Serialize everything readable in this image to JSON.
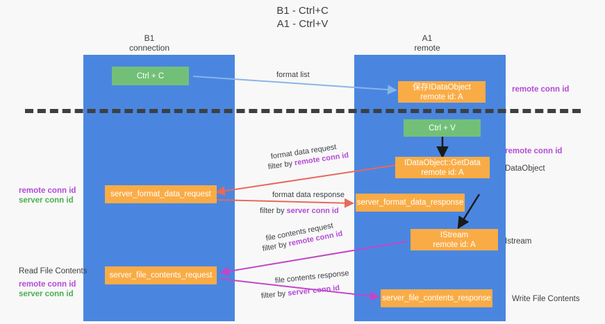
{
  "title": "B1 - Ctrl+C\nA1 - Ctrl+V",
  "columns": {
    "left": {
      "header": "B1\nconnection"
    },
    "right": {
      "header": "A1\nremote"
    }
  },
  "colors": {
    "lane": "#4a86e0",
    "green_node": "#72c078",
    "orange_node": "#f9ac46",
    "remote_conn": "#b44bd6",
    "server_conn": "#4caf50",
    "arrow_blue": "#8ab4e8",
    "arrow_red": "#e8685d",
    "arrow_magenta": "#c246c8",
    "arrow_black": "#1a1a1a",
    "background": "#f8f8f8"
  },
  "nodes": {
    "ctrl_c": {
      "label": "Ctrl + C"
    },
    "idataobject_save": {
      "line1": "保存IDataObject",
      "line2": "remote id: A"
    },
    "ctrl_v": {
      "label": "Ctrl + V"
    },
    "idataobject_getdata": {
      "line1": "IDataObject::GetData",
      "line2": "remote id: A"
    },
    "server_format_data_request": {
      "label": "server_format_data_request"
    },
    "server_format_data_response": {
      "label": "server_format_data_response"
    },
    "istream": {
      "line1": "IStream",
      "line2": "remote id: A"
    },
    "server_file_contents_request": {
      "label": "server_file_contents_request"
    },
    "server_file_contents_response": {
      "label": "server_file_contents_response"
    }
  },
  "edges": {
    "format_list": {
      "label": "format list"
    },
    "format_data_request": {
      "label": "format data request",
      "filter_prefix": "filter by ",
      "filter_value": "remote conn id"
    },
    "format_data_response": {
      "label": "format data response",
      "filter_prefix": "filter by ",
      "filter_value": "server conn id"
    },
    "file_contents_request": {
      "label": "file contents request",
      "filter_prefix": "filter by ",
      "filter_value": "remote conn id"
    },
    "file_contents_response": {
      "label": "file contents response",
      "filter_prefix": "filter by ",
      "filter_value": "server conn id"
    }
  },
  "annotations": {
    "right_remote_conn_top": "remote conn id",
    "right_remote_conn_mid": "remote conn id",
    "right_dataobject": "DataObject",
    "right_istream": "Istream",
    "right_write_file_contents": "Write File Contents",
    "left_remote_conn_mid": "remote conn id",
    "left_server_conn_mid": "server conn id",
    "left_read_file_contents": "Read File Contents",
    "left_remote_conn_bottom": "remote conn id",
    "left_server_conn_bottom": "server conn id"
  }
}
